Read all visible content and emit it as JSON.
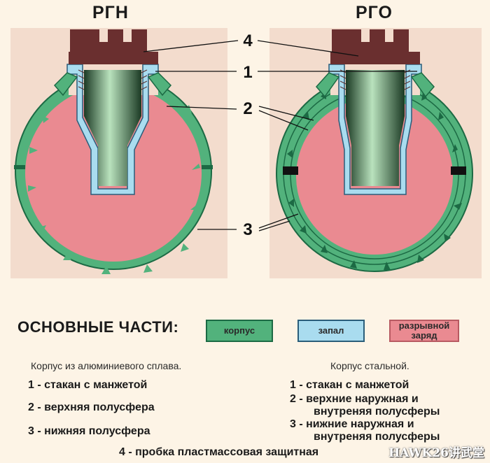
{
  "titles": {
    "left": "РГН",
    "right": "РГО"
  },
  "callouts": [
    "4",
    "1",
    "2",
    "3"
  ],
  "legend": {
    "heading": "ОСНОВНЫЕ ЧАСТИ:",
    "items": [
      {
        "label": "корпус",
        "color": "#52b27c"
      },
      {
        "label": "запал",
        "color": "#a9dcef"
      },
      {
        "label": "разрывной заряд",
        "color": "#ea8a91"
      }
    ]
  },
  "left_notes": {
    "caption": "Корпус из алюминиевого сплава.",
    "items": [
      "1 - стакан с манжетой",
      "2 - верхняя полусфера",
      "3 - нижняя полусфера"
    ]
  },
  "right_notes": {
    "caption": "Корпус стальной.",
    "items": [
      "1 - стакан с манжетой",
      "2 - верхние наружная и",
      "внутреняя полусферы",
      "3 - нижние наружная и",
      "внутреняя полусферы"
    ]
  },
  "bottom_item": "4 - пробка пластмассовая защитная",
  "watermark": "HAWK26讲武堂",
  "colors": {
    "background": "#fdf4e6",
    "panel": "#f3dccd",
    "body": "#52b27c",
    "body_dark": "#1c6a44",
    "fuse": "#a9dcef",
    "charge": "#ea8a91",
    "plug": "#6a2f2f"
  }
}
